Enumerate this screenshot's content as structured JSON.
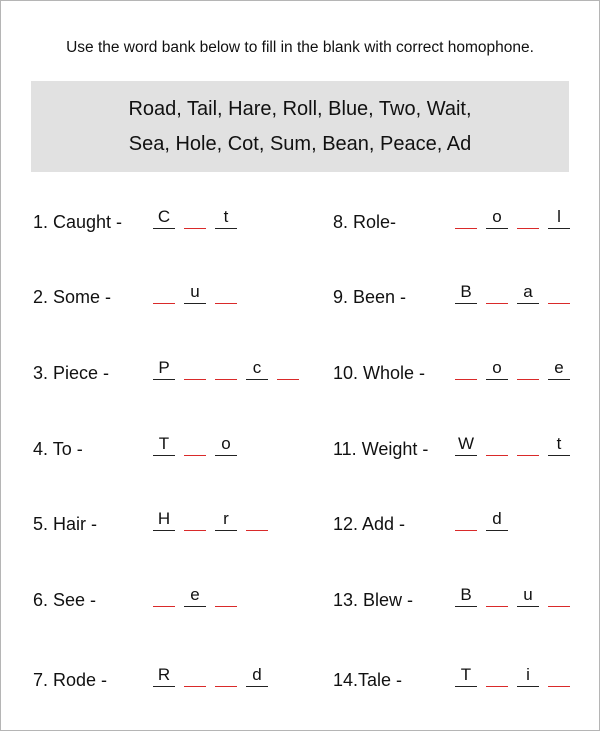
{
  "instructions": "Use the word bank below to fill in the blank with correct homophone.",
  "word_bank": {
    "line1": "Road, Tail, Hare, Roll, Blue, Two, Wait,",
    "line2": "Sea, Hole, Cot, Sum, Bean, Peace, Ad"
  },
  "colors": {
    "given_line": "#222222",
    "missing_line": "#d92a2a",
    "bank_bg": "#e1e1e1"
  },
  "items": [
    {
      "label": "1. Caught -",
      "blanks": [
        "C",
        "",
        "t"
      ]
    },
    {
      "label": "2. Some -",
      "blanks": [
        "",
        "u",
        ""
      ]
    },
    {
      "label": "3. Piece -",
      "blanks": [
        "P",
        "",
        "",
        "c",
        ""
      ]
    },
    {
      "label": "4. To -",
      "blanks": [
        "T",
        "",
        "o"
      ]
    },
    {
      "label": "5. Hair -",
      "blanks": [
        "H",
        "",
        "r",
        ""
      ]
    },
    {
      "label": "6. See -",
      "blanks": [
        "",
        "e",
        ""
      ]
    },
    {
      "label": "7. Rode -",
      "blanks": [
        "R",
        "",
        "",
        "d"
      ]
    },
    {
      "label": "8. Role-",
      "blanks": [
        "",
        "o",
        "",
        "l"
      ]
    },
    {
      "label": "9. Been -",
      "blanks": [
        "B",
        "",
        "a",
        ""
      ]
    },
    {
      "label": "10. Whole -",
      "blanks": [
        "",
        "o",
        "",
        "e"
      ]
    },
    {
      "label": "11. Weight -",
      "blanks": [
        "W",
        "",
        "",
        "t"
      ]
    },
    {
      "label": "12. Add -",
      "blanks": [
        "",
        "d"
      ]
    },
    {
      "label": "13. Blew -",
      "blanks": [
        "B",
        "",
        "u",
        ""
      ]
    },
    {
      "label": "14.Tale -",
      "blanks": [
        "T",
        "",
        "i",
        ""
      ]
    }
  ]
}
